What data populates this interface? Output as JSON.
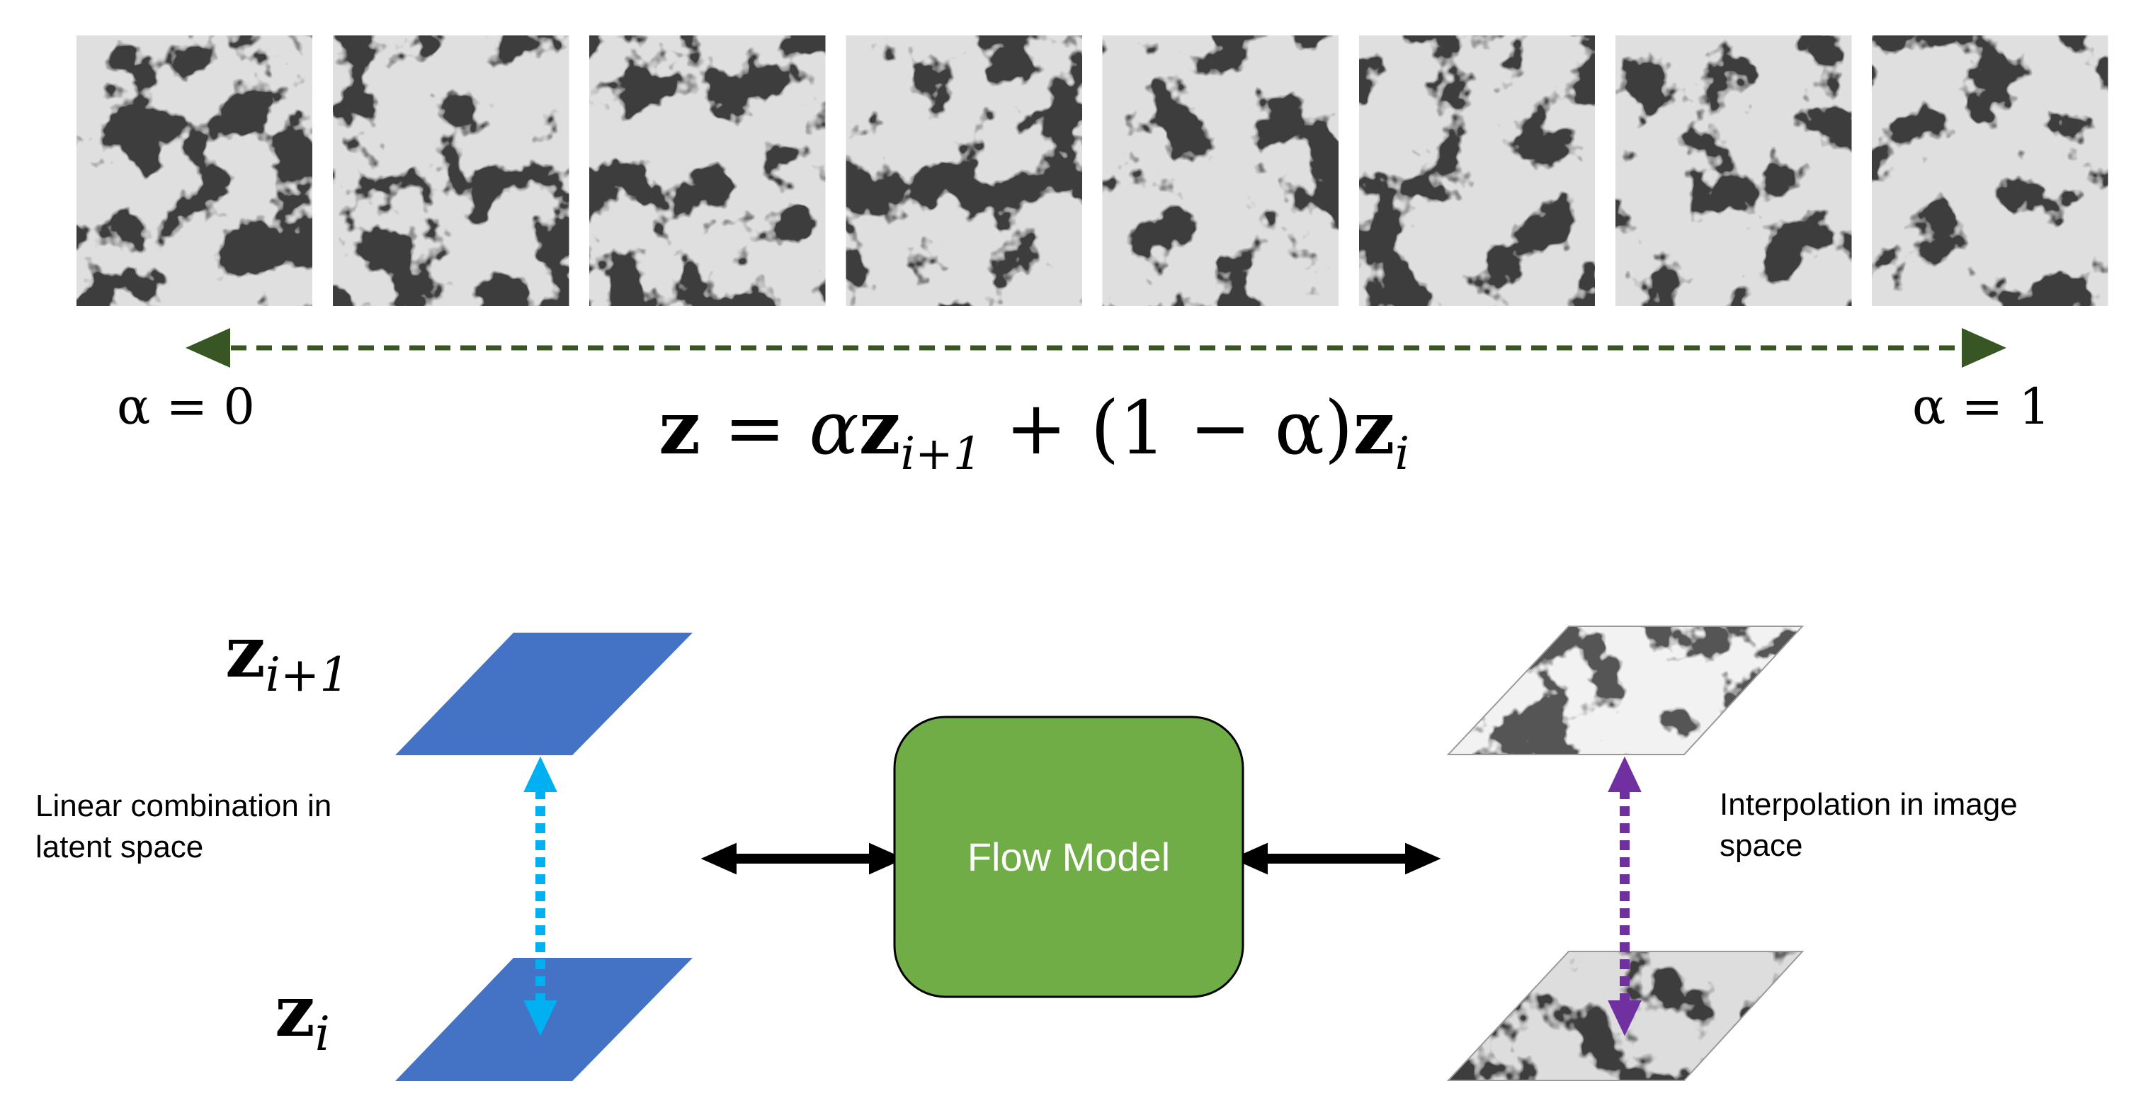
{
  "interpolation": {
    "frame_count": 8,
    "alpha_start": "α = 0",
    "alpha_end": "α = 1",
    "formula": {
      "lhs": "z",
      "eq": " = ",
      "alpha": "α",
      "z1": "z",
      "sub1": "i+1",
      "plus": " + (1 − α)",
      "z2": "z",
      "sub2": "i"
    }
  },
  "latent": {
    "top_base": "z",
    "top_sub": "i+1",
    "bottom_base": "z",
    "bottom_sub": "i",
    "caption_line1": "Linear combination in",
    "caption_line2": "latent space"
  },
  "model": {
    "label": "Flow Model"
  },
  "image": {
    "caption_line1": "Interpolation in image",
    "caption_line2": "space"
  },
  "colors": {
    "plane_blue": "#4472c4",
    "model_green": "#70ad47",
    "dashed_green": "#375623",
    "arrow_cyan": "#00b0f0",
    "arrow_purple": "#7030a0",
    "texture_dark": "#3a3a3a",
    "texture_light": "#e6e6e6"
  }
}
